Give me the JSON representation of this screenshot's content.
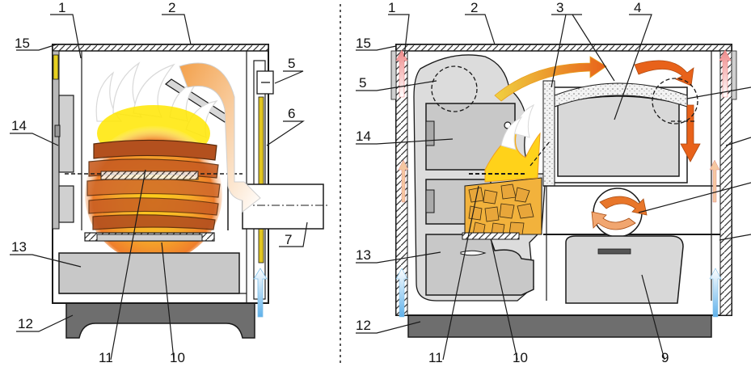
{
  "left_view": {
    "labels": {
      "l1": "1",
      "l2": "2",
      "l5": "5",
      "l6": "6",
      "l7": "7",
      "l10": "10",
      "l11": "11",
      "l12": "12",
      "l13": "13",
      "l14": "14",
      "l15": "15"
    }
  },
  "right_view": {
    "labels": {
      "r1": "1",
      "r2": "2",
      "r3": "3",
      "r4": "4",
      "r5": "5",
      "r9": "9",
      "r10": "10",
      "r11": "11",
      "r12": "12",
      "r13": "13",
      "r14": "14",
      "r15": "15"
    }
  },
  "colors": {
    "outline": "#1a1a1a",
    "steel_gray": "#c8c8c8",
    "dark_base": "#6e6e6e",
    "firebrick_orange": "#e8722a",
    "flame_yellow": "#ffe000",
    "hot_air": "#e86a1e",
    "cold_air": "#7fbfe8",
    "insulation": "#d8c62a"
  }
}
